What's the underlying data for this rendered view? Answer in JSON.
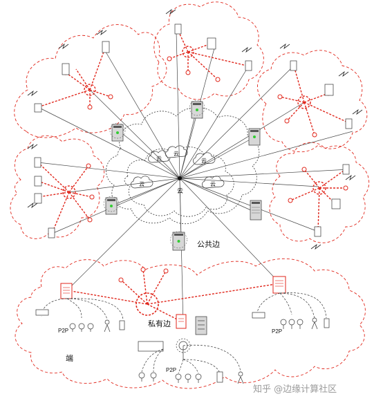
{
  "labels": {
    "center_cloud": "云",
    "sub_cloud": "云",
    "public_edge": "公共边",
    "private_edge": "私有边",
    "p2p": "P2P",
    "terminal": "端"
  },
  "watermark": "知乎 @边缘计算社区",
  "colors": {
    "red": "#e0261b",
    "line": "#333333",
    "gray_fill": "#d7d7d7"
  }
}
